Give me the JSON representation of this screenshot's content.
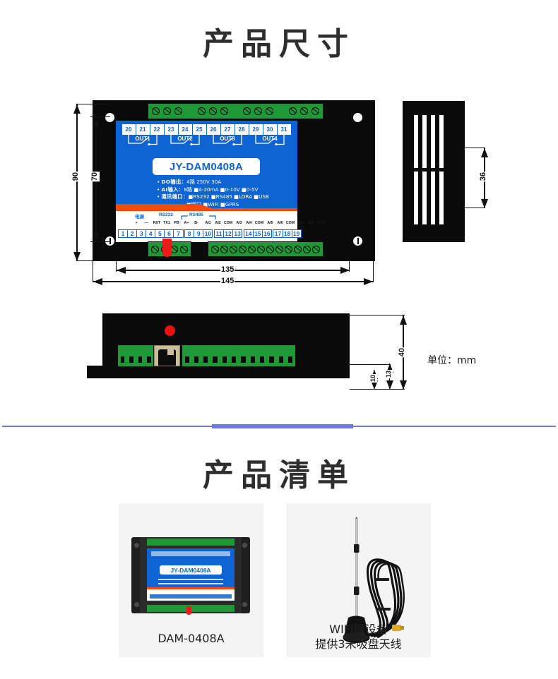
{
  "sections": {
    "dimensions_title": "产品尺寸",
    "list_title": "产品清单"
  },
  "device": {
    "model": "JY-DAM0408A",
    "relay_terminals": [
      "20",
      "21",
      "22",
      "23",
      "24",
      "25",
      "26",
      "27",
      "28",
      "29",
      "30",
      "31"
    ],
    "relay_groups": [
      "OUT1",
      "OUT2",
      "OUT3",
      "OUT4"
    ],
    "specs": [
      {
        "key": "DO输出：",
        "value": "4路 250V 30A"
      },
      {
        "key": "AI输入：",
        "value": "8路 ■4-20mA ■0-10V ■0-5V"
      },
      {
        "key": "通讯端口：",
        "value": "■RS232 ■RS485 ■LORA ■USB"
      },
      {
        "key": "",
        "value": "■网口  ■WIFI  ■GPRS"
      }
    ],
    "group_labels": {
      "power": "电源",
      "rs232": "RS232",
      "rs485": "RS485"
    },
    "pin_labels": [
      "+",
      "—",
      "RXT",
      "TX1",
      "PB",
      "A+",
      "B-",
      "AI1",
      "AI2",
      "COM",
      "AI3",
      "AI4",
      "COM",
      "AI5",
      "AI6",
      "COM",
      "AI7",
      "AI8",
      "COM"
    ],
    "pin_numbers": [
      "1",
      "2",
      "3",
      "4",
      "5",
      "6",
      "7",
      "8",
      "9",
      "10",
      "11",
      "12",
      "13",
      "14",
      "15",
      "16",
      "17",
      "18",
      "19"
    ]
  },
  "dimensions": {
    "height_outer": "90",
    "height_inner": "70",
    "width_inner": "135",
    "width_outer": "145",
    "side_height": "36",
    "depth_total": "40",
    "depth_step": "13",
    "depth_foot": "10",
    "unit_note": "单位：mm"
  },
  "product_list": [
    {
      "caption": "DAM-0408A",
      "model_text": "JY-DAM0408A"
    },
    {
      "caption_line1": "WIFI版设备",
      "caption_line2": "提供3米吸盘天线"
    }
  ],
  "colors": {
    "blue_panel": "#0d64d2",
    "orange_stripe": "#f04c10",
    "green_terminal": "#1f9937",
    "divider": "#6b7ae0",
    "red_led": "#ee1111"
  }
}
